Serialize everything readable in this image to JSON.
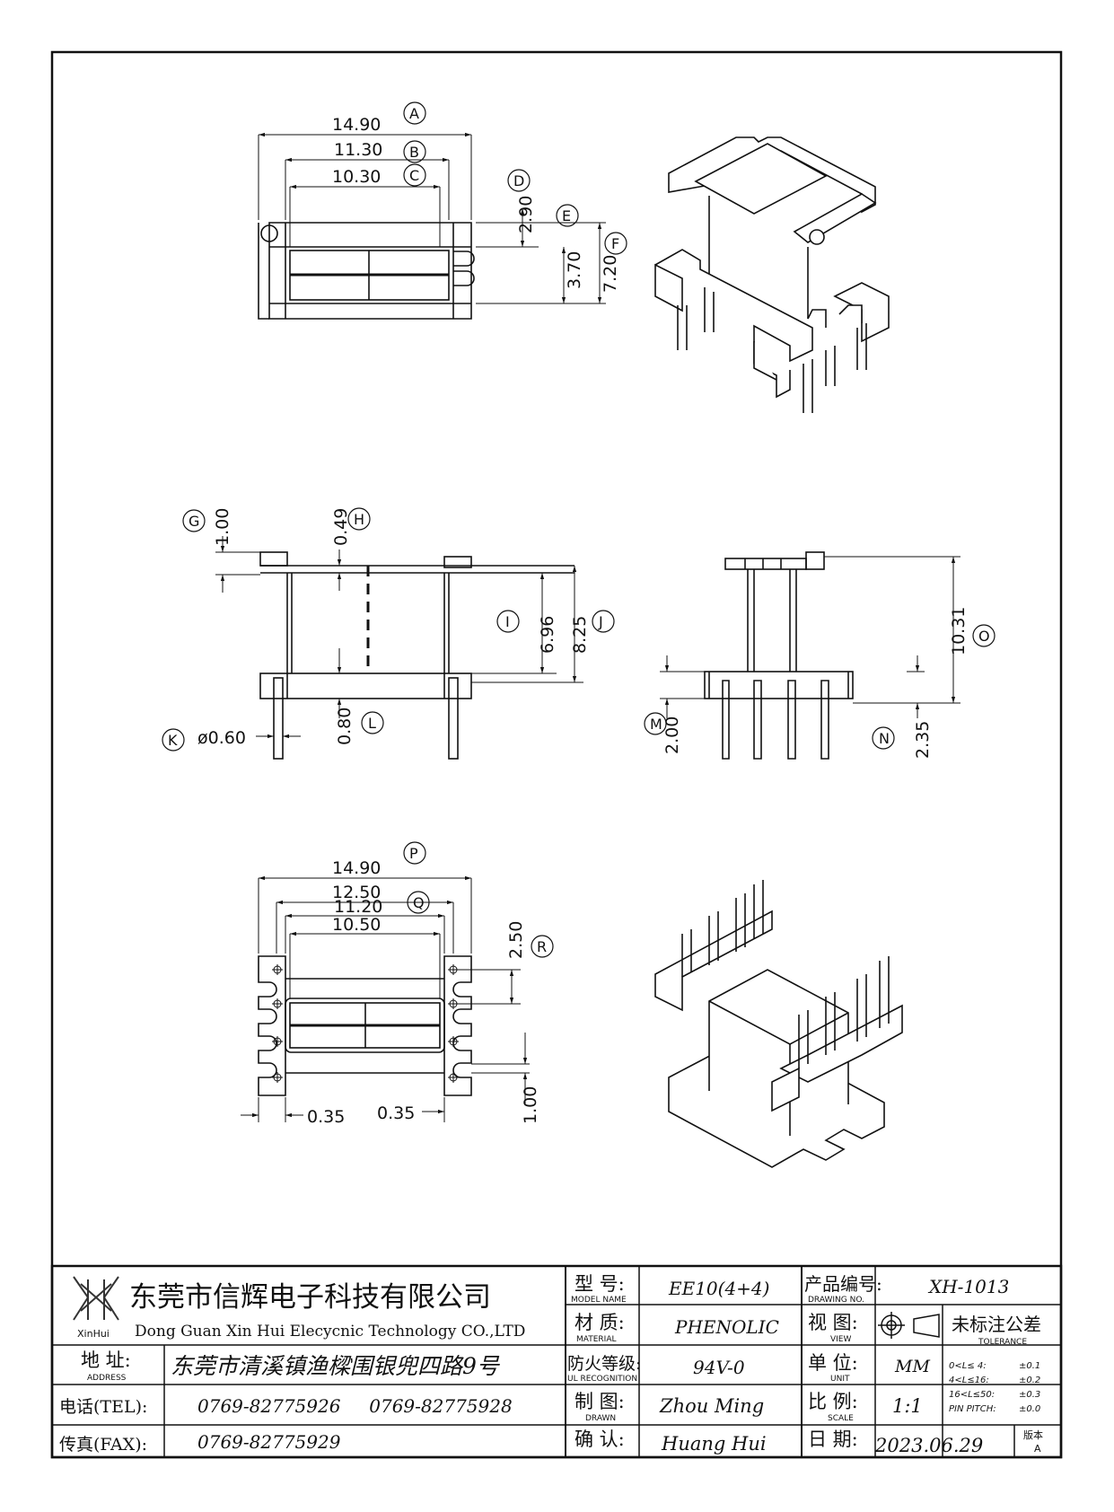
{
  "views": {
    "top": {
      "dims": {
        "A": "14.90",
        "B": "11.30",
        "C": "10.30",
        "D": "2.90",
        "E": "3.70",
        "F": "7.20"
      },
      "callouts": [
        "A",
        "B",
        "C",
        "D",
        "E",
        "F"
      ]
    },
    "front": {
      "dims": {
        "G": "1.00",
        "H": "0.49",
        "I": "6.96",
        "J": "8.25",
        "K": "ø0.60",
        "L": "0.80"
      },
      "callouts": [
        "G",
        "H",
        "I",
        "J",
        "K",
        "L"
      ]
    },
    "side": {
      "dims": {
        "O": "10.31",
        "M": "2.00",
        "N": "2.35"
      },
      "callouts": [
        "O",
        "M",
        "N"
      ]
    },
    "bottom": {
      "dims": {
        "P": "14.90",
        "Q": "12.50",
        "Q2": "11.20",
        "Q3": "10.50",
        "R": "2.50",
        "S": "1.00",
        "T1": "0.35",
        "T2": "0.35"
      },
      "callouts": [
        "P",
        "Q",
        "R"
      ]
    }
  },
  "title_block": {
    "logo_text": "XinHui",
    "company_cn": "东莞市信辉电子科技有限公司",
    "company_en": "Dong Guan Xin Hui Elecycnic Technology CO.,LTD",
    "address_label_cn": "地 址:",
    "address_label_en": "ADDRESS",
    "address": "东莞市清溪镇渔樑围银兜四路9号",
    "tel_label": "电话(TEL):",
    "tel": "0769-82775926     0769-82775928",
    "fax_label": "传真(FAX):",
    "fax": "0769-82775929",
    "model_label_cn": "型 号:",
    "model_label_en": "MODEL NAME",
    "model": "EE10(4+4)",
    "material_label_cn": "材 质:",
    "material_label_en": "MATERIAL",
    "material": "PHENOLIC",
    "fire_label_cn": "防火等级:",
    "fire_label_en": "UL RECOGNITION",
    "fire": "94V-0",
    "drawn_label_cn": "制 图:",
    "drawn_label_en": "DRAWN",
    "drawn": "Zhou Ming",
    "check_label_cn": "确 认:",
    "checked": "Huang Hui",
    "drawing_no_label_cn": "产品编号:",
    "drawing_no_label_en": "DRAWING NO.",
    "drawing_no": "XH-1013",
    "view_label_cn": "视 图:",
    "view_label_en": "VIEW",
    "tolerance_cn": "未标注公差",
    "tolerance_en": "TOLERANCE",
    "unit_label_cn": "单 位:",
    "unit_label_en": "UNIT",
    "unit": "MM",
    "scale_label_cn": "比 例:",
    "scale_label_en": "SCALE",
    "scale": "1:1",
    "date_label_cn": "日 期:",
    "date": "2023.06.29",
    "version_label": "版本",
    "version": "A",
    "tolerances": [
      {
        "range": "0<L≤ 4:",
        "value": "±0.1"
      },
      {
        "range": "4<L≤16:",
        "value": "±0.2"
      },
      {
        "range": "16<L≤50:",
        "value": "±0.3"
      },
      {
        "range": "PIN PITCH:",
        "value": "±0.0"
      }
    ]
  }
}
